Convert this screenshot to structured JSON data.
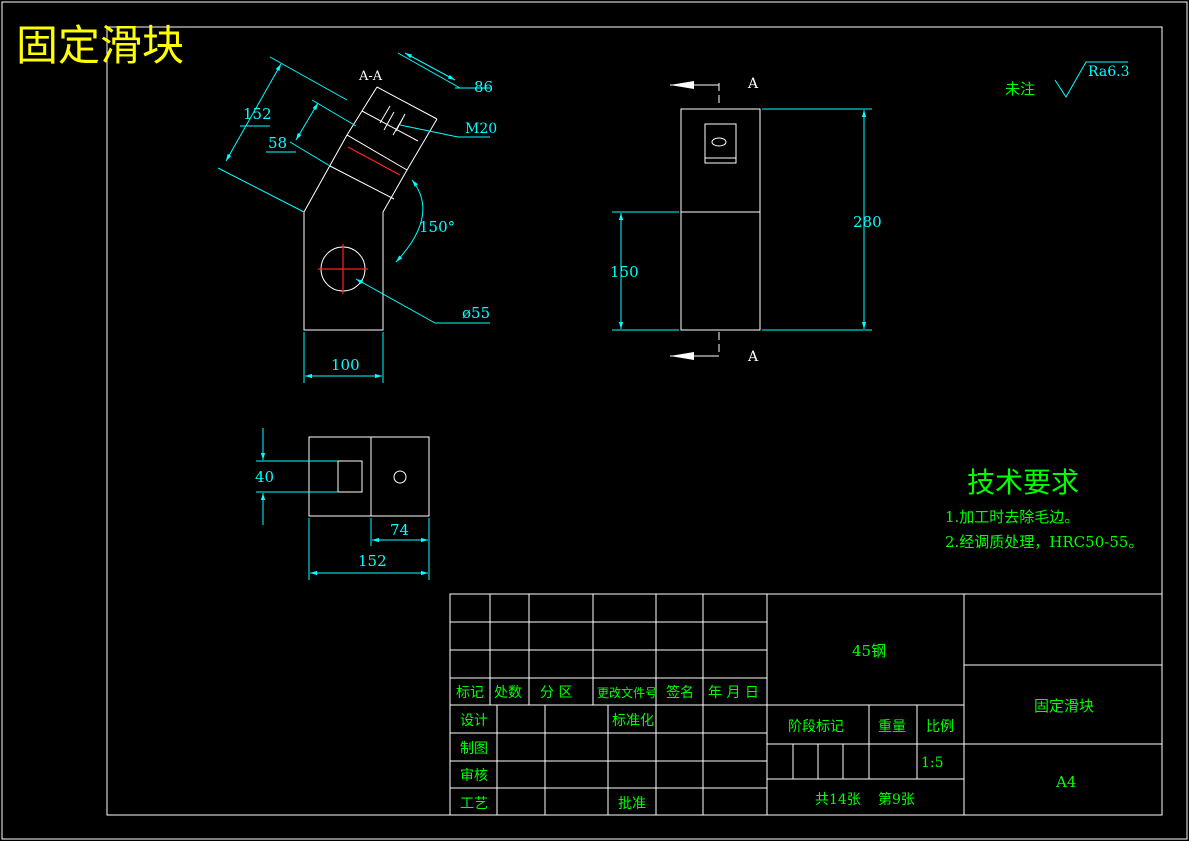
{
  "title": "固定滑块",
  "section_label": "A-A",
  "view_marker": "A",
  "surface_note": {
    "prefix": "未注",
    "roughness": "Ra6.3"
  },
  "dimensions": {
    "d152_top": "152",
    "d58": "58",
    "d86": "86",
    "m20": "M20",
    "angle150": "150°",
    "dia55": "ø55",
    "d100": "100",
    "d280": "280",
    "d150": "150",
    "d40": "40",
    "d74": "74",
    "d152_bottom": "152"
  },
  "tech_requirements": {
    "heading": "技术要求",
    "items": [
      "1.加工时去除毛边。",
      "2.经调质处理，HRC50-55。"
    ]
  },
  "title_block": {
    "material": "45钢",
    "part_name": "固定滑块",
    "sheet_size": "A4",
    "scale": "1:5",
    "sheets": "共14张",
    "sheet_no": "第9张",
    "header_row": [
      "标记",
      "处数",
      "分 区",
      "更改文件号",
      "签名",
      "年 月 日"
    ],
    "labels": {
      "design": "设计",
      "standardize": "标准化",
      "drawing": "制图",
      "review": "审核",
      "process": "工艺",
      "approve": "批准",
      "stage": "阶段标记",
      "weight": "重量",
      "scale_label": "比例"
    }
  },
  "colors": {
    "dimension": "#00ffff",
    "outline": "#ffffff",
    "text": "#00ff00",
    "title": "#ffff00",
    "centerline": "#ff2020"
  }
}
